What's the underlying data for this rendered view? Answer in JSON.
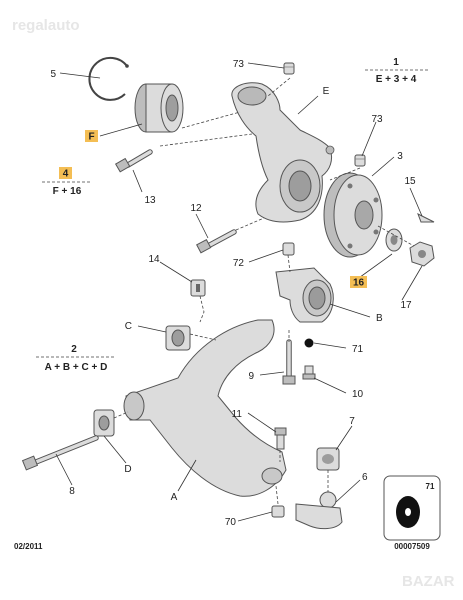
{
  "watermarks": {
    "top_left": "regalauto",
    "bottom_right": "BAZAR"
  },
  "date_code": "02/2011",
  "reference_code": "00007509",
  "inset_label": "71",
  "formulas": [
    {
      "number": "1",
      "expression": "E + 3 + 4"
    },
    {
      "number": "2",
      "expression": "A + B + C + D"
    },
    {
      "number": "4",
      "expression": "F + 16"
    }
  ],
  "callouts": {
    "n73_top": "73",
    "n73_right": "73",
    "n5": "5",
    "nE": "E",
    "nF": "F",
    "n3": "3",
    "n13": "13",
    "n15": "15",
    "n12": "12",
    "n14": "14",
    "n72": "72",
    "n16": "16",
    "n17": "17",
    "nC": "C",
    "nB": "B",
    "n71": "71",
    "n9": "9",
    "n10": "10",
    "n11": "11",
    "n7": "7",
    "nD": "D",
    "nA": "A",
    "n8": "8",
    "n6": "6",
    "n70": "70"
  },
  "colors": {
    "highlight": "#f4be54",
    "line": "#333333",
    "part_fill": "#dcdcdc"
  }
}
